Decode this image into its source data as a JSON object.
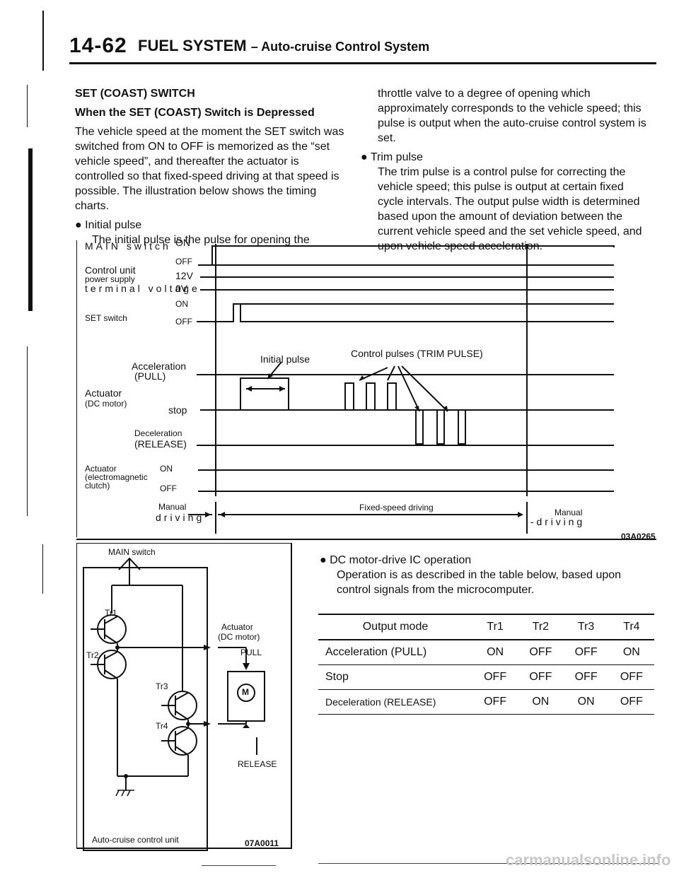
{
  "header": {
    "page_number": "14-62",
    "title_main": "FUEL SYSTEM",
    "title_sep": "–",
    "title_sub": "Auto-cruise Control System"
  },
  "left_column": {
    "heading": "SET (COAST) SWITCH",
    "subheading": "When the SET (COAST) Switch is Depressed",
    "paragraph": "The vehicle speed at the moment the SET switch was switched from ON to OFF is memorized as the “set vehicle speed”, and thereafter the actuator is controlled so that fixed-speed driving at that speed is possible. The illustration below shows the timing charts.",
    "bullet_title": "Initial pulse",
    "bullet_text": "The initial pulse is the pulse for opening the"
  },
  "right_column": {
    "continuation": "throttle valve to a degree of opening which approximately corresponds to the vehicle speed; this pulse is output when the auto-cruise control system is set.",
    "bullet_title": "Trim pulse",
    "bullet_text": "The trim pulse is a control pulse for correcting the vehicle speed; this pulse is output at certain fixed cycle intervals. The output pulse width is determined based upon the amount of deviation between the current vehicle speed and the set vehicle speed, and upon vehicle speed acceleration."
  },
  "timing_chart": {
    "main_switch": "MAIN switch",
    "on": "ON",
    "off": "OFF",
    "control_unit_1": "Control unit",
    "control_unit_2": "power supply",
    "control_unit_3": "terminal voltage",
    "v12": "12V",
    "v0": "0V",
    "set_switch": "SET switch",
    "accel_1": "Acceleration",
    "accel_2": "(PULL)",
    "actuator": "Actuator",
    "dc_motor": "(DC motor)",
    "stop": "stop",
    "decel_1": "Deceleration",
    "decel_2": "(RELEASE)",
    "clutch_1": "Actuator",
    "clutch_2": "(electromagnetic",
    "clutch_3": "clutch)",
    "initial_pulse": "Initial pulse",
    "control_pulses": "Control pulses (TRIM PULSE)",
    "manual_1": "Manual",
    "manual_2": "driving",
    "fixed_speed": "Fixed-speed driving",
    "manual_right_1": "Manual",
    "manual_right_2": "- d r i v i n g",
    "code": "03A0265"
  },
  "circuit": {
    "main_switch": "MAIN switch",
    "tr1": "Tr1",
    "tr2": "Tr2",
    "tr3": "Tr3",
    "tr4": "Tr4",
    "actuator": "Actuator",
    "dc_motor": "(DC motor)",
    "pull": "PULL",
    "motor": "M",
    "release": "RELEASE",
    "unit": "Auto-cruise control unit",
    "code": "07A0011"
  },
  "dc_motor_section": {
    "bullet_title": "DC motor-drive IC operation",
    "text": "Operation is as described in the table below, based upon control signals from the microcomputer.",
    "table": {
      "headers": [
        "Output mode",
        "Tr1",
        "Tr2",
        "Tr3",
        "Tr4"
      ],
      "rows": [
        [
          "Acceleration (PULL)",
          "ON",
          "OFF",
          "OFF",
          "ON"
        ],
        [
          "Stop",
          "OFF",
          "OFF",
          "OFF",
          "OFF"
        ],
        [
          "Deceleration (RELEASE)",
          "OFF",
          "ON",
          "ON",
          "OFF"
        ]
      ]
    }
  },
  "footer": {
    "watermark": "carmanualsonline.info"
  }
}
